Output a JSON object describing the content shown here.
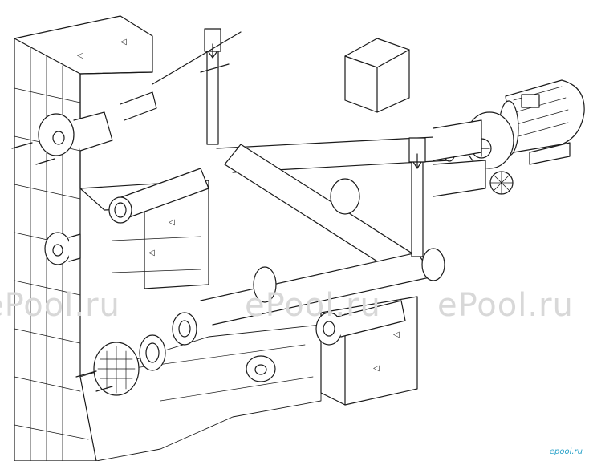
{
  "watermarks": [
    "ePool.ru",
    "ePool.ru",
    "ePool.ru"
  ],
  "brand_text": "epool.ru",
  "colors": {
    "line": "#1a1a1a",
    "fill": "#ffffff",
    "watermark": "#d8d8d8",
    "brand": "#2aa2c9"
  }
}
